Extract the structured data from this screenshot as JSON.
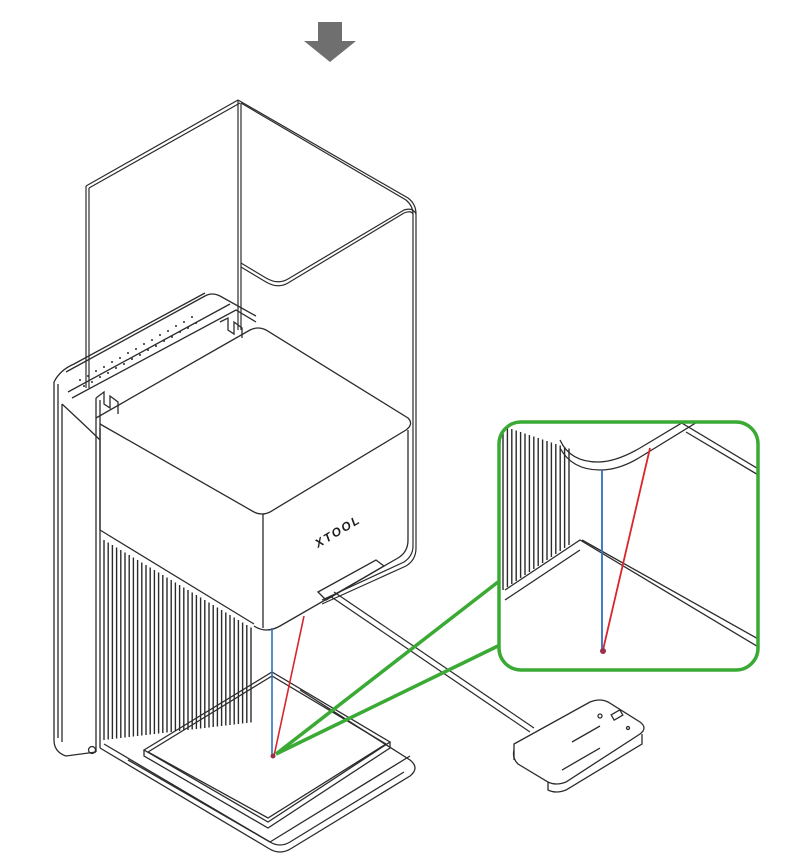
{
  "brand": {
    "logo_text": "XTOOL"
  },
  "colors": {
    "line": "#2b2b2b",
    "arrow": "#6f6f6f",
    "highlight": "#3aaa35",
    "laser_vertical": "#2f6fc0",
    "laser_angled": "#d8262b",
    "focus_point": "#9a2f4a"
  },
  "icons": {
    "arrow": "arrow-down-icon",
    "zoom": "zoom-callout",
    "focus": "focus-point-marker"
  }
}
